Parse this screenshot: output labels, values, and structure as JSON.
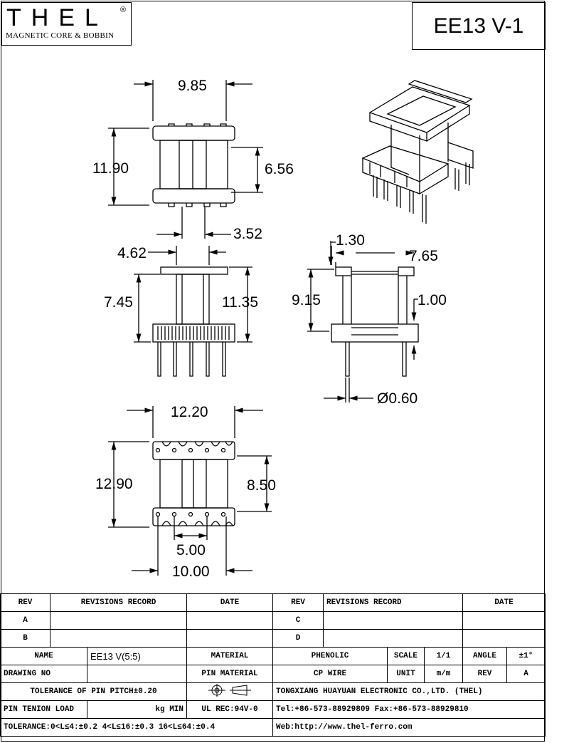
{
  "logo": {
    "brand": "THEL",
    "registered": "®",
    "tagline": "MAGNETIC CORE & BOBBIN"
  },
  "part_title": "EE13 V-1",
  "dimensions": {
    "top_width": "9.85",
    "top_height": "11.90",
    "top_window_height": "6.56",
    "top_window_width": "3.52",
    "front_inner_width": "4.62",
    "front_body_height": "7.45",
    "front_total_height": "11.35",
    "side_flange": "1.30",
    "side_width": "7.65",
    "side_height": "9.15",
    "side_wall": "1.00",
    "pin_diameter": "Ø0.60",
    "bottom_width": "12.20",
    "bottom_height": "12.90",
    "bottom_inner_height": "8.50",
    "pin_pitch_span": "5.00",
    "pin_row_span": "10.00"
  },
  "title_block": {
    "rev_header": "REV",
    "revisions_record_header": "REVISIONS RECORD",
    "date_header": "DATE",
    "rev_a": "A",
    "rev_b": "B",
    "rev_c": "C",
    "rev_d": "D",
    "name_label": "NAME",
    "name_value": "EE13 V(5:5)",
    "material_label": "MATERIAL",
    "material_value": "PHENOLIC",
    "scale_label": "SCALE",
    "scale_value": "1/1",
    "angle_label": "ANGLE",
    "angle_value": "±1°",
    "drawing_no_label": "DRAWING NO",
    "pin_material_label": "PIN MATERIAL",
    "pin_material_value": "CP WIRE",
    "unit_label": "UNIT",
    "unit_value": "m/m",
    "rev_label": "REV",
    "rev_value": "A",
    "tolerance_pitch": "TOLERANCE OF PIN PITCH±0.20",
    "company": "TONGXIANG HUAYUAN ELECTRONIC CO.,LTD.  (THEL)",
    "pin_tension_label": "PIN TENION LOAD",
    "pin_tension_unit": "kg MIN",
    "ul_rec": "UL REC:94V-0",
    "tel_fax": "Tel:+86-573-88929809 Fax:+86-573-88929810",
    "tolerance_ranges": "TOLERANCE:0<L≤4:±0.2  4<L≤16:±0.3  16<L≤64:±0.4",
    "web": "Web:http://www.thel-ferro.com"
  },
  "icons": {
    "projection": "first-angle-projection-icon"
  }
}
